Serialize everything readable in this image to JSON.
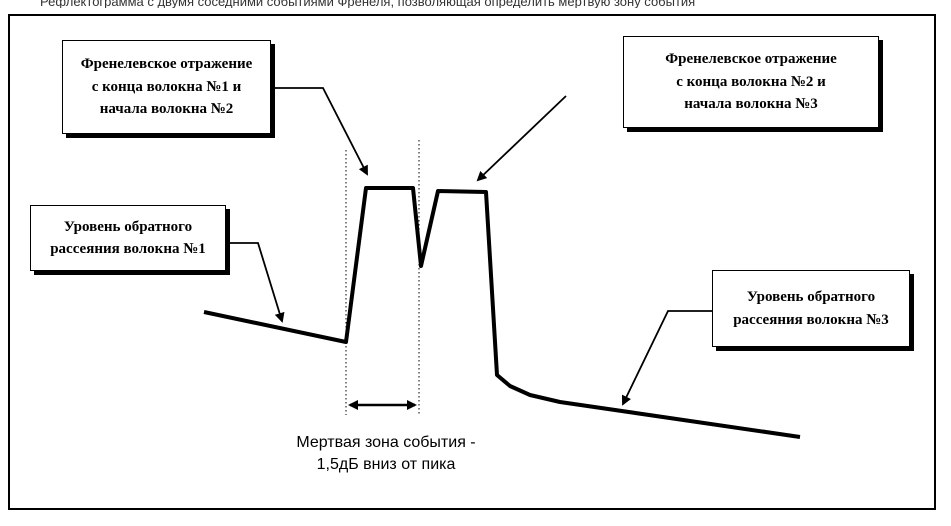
{
  "top_caption": "Рефлектограмма с двумя соседними событиями Френеля, позволяющая определить мертвую зону события",
  "callouts": {
    "fresnel_1": [
      "Френелевское отражение",
      "с конца волокна №1 и",
      "начала волокна №2"
    ],
    "fresnel_2": [
      "Френелевское отражение",
      "с конца волокна №2 и",
      "начала волокна №3"
    ],
    "backscatter_1": [
      "Уровень обратного",
      "рассеяния волокна №1"
    ],
    "backscatter_3": [
      "Уровень обратного",
      "рассеяния волокна №3"
    ]
  },
  "dead_zone": {
    "line1": "Мертвая зона события -",
    "line2": "1,5дБ вниз от пика"
  },
  "colors": {
    "trace": "#000000",
    "background": "#ffffff"
  }
}
